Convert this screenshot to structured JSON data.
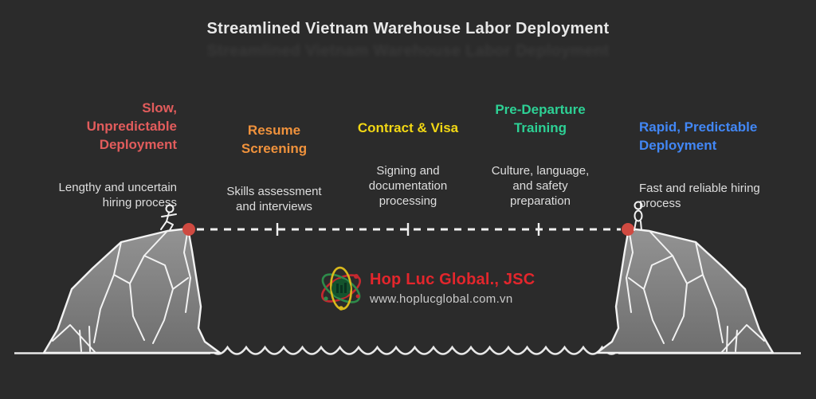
{
  "title": "Streamlined Vietnam Warehouse Labor Deployment",
  "steps": [
    {
      "heading": "Slow,\nUnpredictable\nDeployment",
      "desc": "Lengthy and uncertain\nhiring process",
      "color": "#e25c5c"
    },
    {
      "heading": "Resume\nScreening",
      "desc": "Skills assessment\nand interviews",
      "color": "#f0923c"
    },
    {
      "heading": "Contract & Visa",
      "desc": "Signing and\ndocumentation\nprocessing",
      "color": "#f2d714"
    },
    {
      "heading": "Pre-Departure\nTraining",
      "desc": "Culture, language,\nand safety\npreparation",
      "color": "#2dd195"
    },
    {
      "heading": "Rapid, Predictable\nDeployment",
      "desc": "Fast and reliable hiring\nprocess",
      "color": "#4287f5"
    }
  ],
  "logo": {
    "company": "Hop Luc Global., JSC",
    "website": "www.hoplucglobal.com.vn",
    "accent": "#e3262c"
  },
  "icons": {
    "logo_icon": "atom-orbits-icon",
    "left_figure": "walking-stick-figure-icon",
    "right_figure": "standing-stick-figure-icon"
  },
  "colors": {
    "background": "#2b2b2b",
    "title": "#e8e8e8",
    "body_text": "#dedede",
    "line_white": "#f0f0f0",
    "cliff_top": "#939393",
    "cliff_bottom": "#6e6e6e",
    "endpoint_dot": "#cf4a41",
    "orbit_red": "#c5282f",
    "orbit_green": "#2e8b4a",
    "orbit_yellow": "#d9b91c",
    "logo_core": "#14532d"
  }
}
